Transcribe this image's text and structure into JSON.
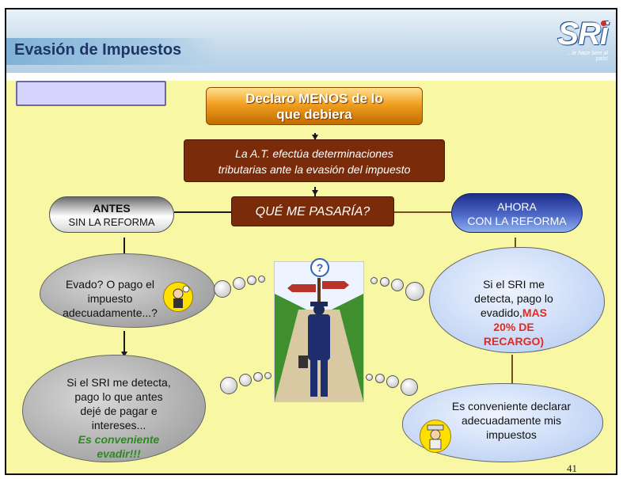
{
  "header": {
    "title": "Evasión de Impuestos",
    "logo_text": "SRi",
    "logo_tagline": "...le hace bien al país!"
  },
  "flow": {
    "top_box": "Declaro MENOS de lo que debiera",
    "top_box_line1": "Declaro MENOS de lo",
    "top_box_line2": "que debiera",
    "second_box_line1": "La A.T. efectúa determinaciones",
    "second_box_line2": "tributarias ante la evasión del impuesto",
    "question_box": "QUÉ ME PASARÍA?",
    "left_label_line1": "ANTES",
    "left_label_line2": "SIN LA REFORMA",
    "right_label_line1": "AHORA",
    "right_label_line2": "CON LA REFORMA"
  },
  "clouds": {
    "left_top": [
      "Evado? O pago el",
      "impuesto",
      "adecuadamente...?"
    ],
    "left_bottom": [
      "Si el SRI me detecta,",
      "pago lo que antes",
      "dejé de pagar e",
      "intereses..."
    ],
    "left_bottom_emphasis": [
      "Es conveniente",
      "evadir!!!"
    ],
    "right_top": [
      "Si el SRI me",
      "detecta, pago lo"
    ],
    "right_top_line3": "evadido,",
    "right_top_emphasis_inline": "MAS",
    "right_top_emphasis": [
      "20% DE",
      "RECARGO)"
    ],
    "right_bottom": [
      "Es conveniente declarar",
      "adecuadamente mis",
      "impuestos"
    ]
  },
  "center_symbol": "?",
  "page_number": "41",
  "colors": {
    "header_text": "#1f3566",
    "background": "#f8f8a4",
    "dark_box": "#7a2c0a",
    "orange_box": "#f0a020",
    "green_emphasis": "#2c8a22",
    "red_emphasis": "#e6281e",
    "reform_blue": "#2a44a8"
  }
}
